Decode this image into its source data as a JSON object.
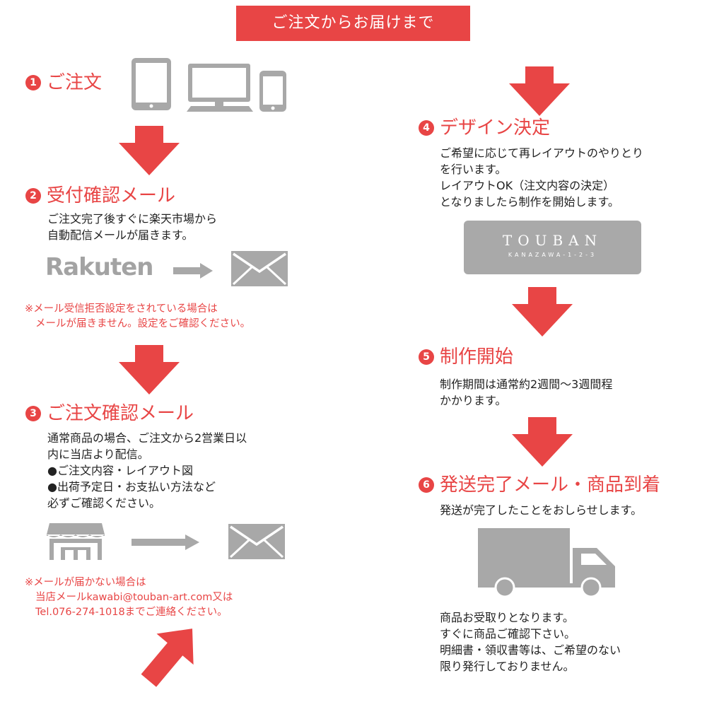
{
  "header": {
    "title": "ご注文からお届けまで"
  },
  "steps": [
    {
      "num": "1",
      "title": "ご注文",
      "lines": [],
      "notes": []
    },
    {
      "num": "2",
      "title": "受付確認メール",
      "lines": [
        "ご注文完了後すぐに楽天市場から",
        "自動配信メールが届きます。"
      ],
      "notes": [
        "※メール受信拒否設定をされている場合は",
        "メールが届きません。設定をご確認ください。"
      ]
    },
    {
      "num": "3",
      "title": "ご注文確認メール",
      "lines": [
        "通常商品の場合、ご注文から2営業日以",
        "内に当店より配信。",
        "●ご注文内容・レイアウト図",
        "●出荷予定日・お支払い方法など",
        "必ずご確認ください。"
      ],
      "notes": [
        "※メールが届かない場合は",
        "当店メールkawabi@touban-art.com又は",
        "Tel.076-274-1018までご連絡ください。"
      ]
    },
    {
      "num": "4",
      "title": "デザイン決定",
      "lines": [
        "ご希望に応じて再レイアウトのやりとり",
        "を行います。",
        "レイアウトOK（注文内容の決定）",
        "となりましたら制作を開始します。"
      ],
      "notes": []
    },
    {
      "num": "5",
      "title": "制作開始",
      "lines": [
        "制作期間は通常約2週間〜3週間程",
        "かかります。"
      ],
      "notes": []
    },
    {
      "num": "6",
      "title": "発送完了メール・商品到着",
      "lines": [
        "発送が完了したことをおしらせします。"
      ],
      "notes": [],
      "lines_after": [
        "商品お受取りとなります。",
        "すぐに商品ご確認下さい。",
        "明細書・領収書等は、ご希望のない",
        "限り発行しておりません。"
      ]
    }
  ],
  "logos": {
    "rakuten": "Rakuten",
    "touban_main": "TOUBAN",
    "touban_sub": "KANAZAWA-1-2-3"
  },
  "colors": {
    "accent": "#e84545",
    "icon_gray": "#a8a8a8",
    "text": "#222222"
  },
  "icons": [
    "tablet-icon",
    "desktop-monitor-icon",
    "smartphone-icon",
    "mail-envelope-icon",
    "shop-storefront-icon",
    "delivery-truck-icon",
    "right-arrow-icon",
    "down-arrow-icon"
  ]
}
